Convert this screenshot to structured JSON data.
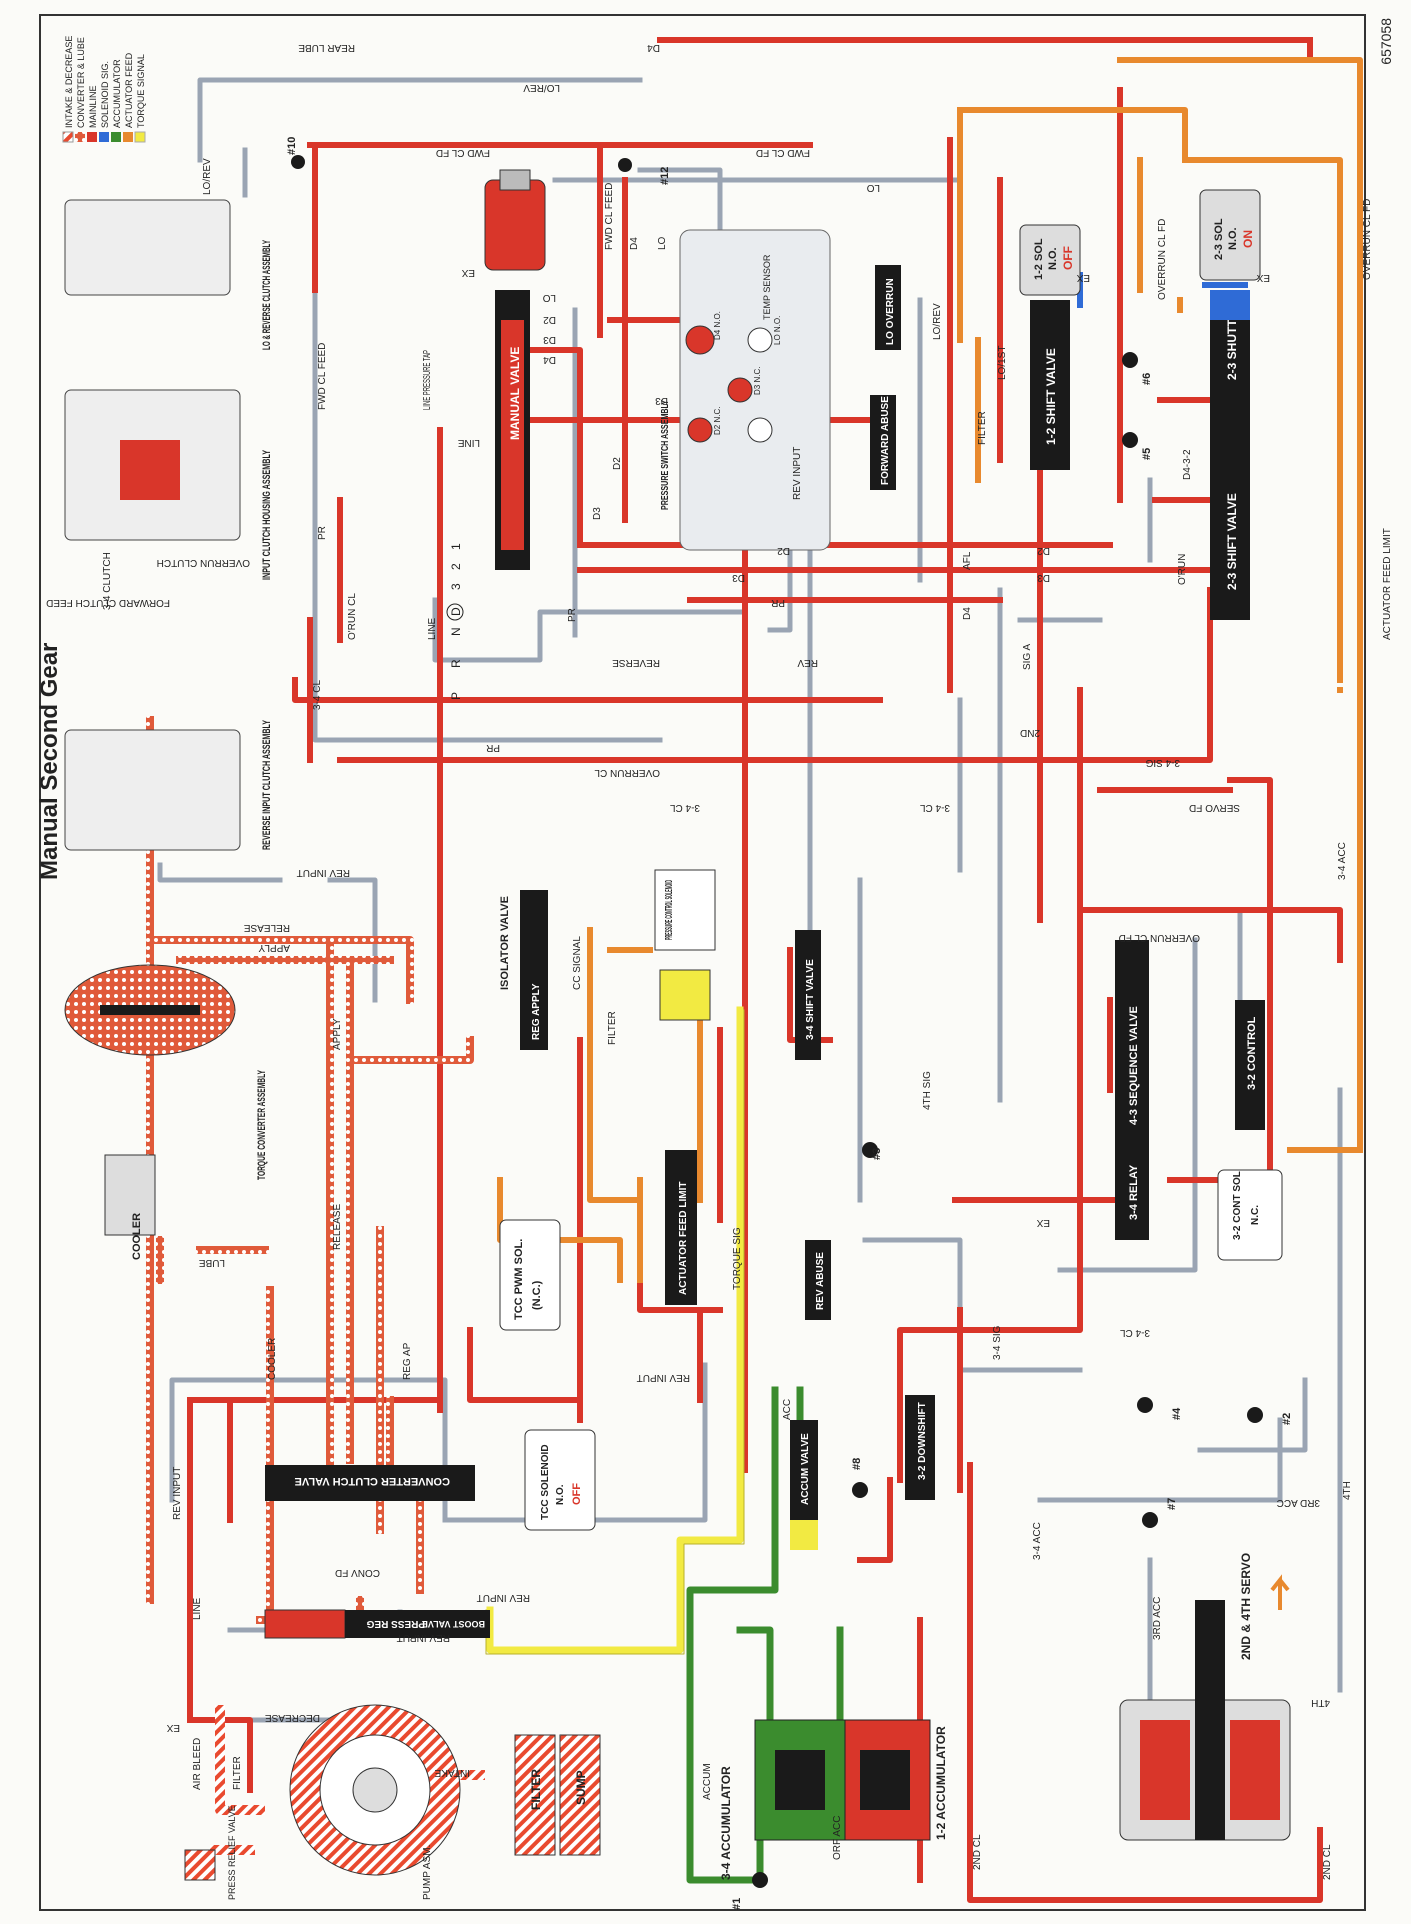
{
  "title": "Manual Second Gear",
  "figure_number": "657058",
  "colors": {
    "intake_decrease": "#e94a2f",
    "converter_lube": "#e05a3a",
    "mainline": "#d9362a",
    "solenoid_signal": "#2f6bd6",
    "accumulator": "#3b8c2e",
    "actuator_feed": "#e8892e",
    "torque_signal": "#f2ea42",
    "exhaust": "#a8b3c2",
    "valve_body": "#1a1a1a"
  },
  "legend": [
    {
      "label": "INTAKE & DECREASE",
      "color_key": "intake_decrease",
      "pattern": "hatch"
    },
    {
      "label": "CONVERTER & LUBE",
      "color_key": "converter_lube",
      "pattern": "dots"
    },
    {
      "label": "MAINLINE",
      "color_key": "mainline",
      "pattern": "solid"
    },
    {
      "label": "SOLENOID SIG.",
      "color_key": "solenoid_signal",
      "pattern": "solid"
    },
    {
      "label": "ACCUMULATOR",
      "color_key": "accumulator",
      "pattern": "solid"
    },
    {
      "label": "ACTUATOR FEED",
      "color_key": "actuator_feed",
      "pattern": "solid"
    },
    {
      "label": "TORQUE SIGNAL",
      "color_key": "torque_signal",
      "pattern": "solid"
    }
  ],
  "assemblies": {
    "lo_reverse": "LO & REVERSE CLUTCH ASSEMBLY",
    "input_clutch": "INPUT CLUTCH HOUSING ASSEMBLY",
    "reverse_input": "REVERSE INPUT CLUTCH ASSEMBLY",
    "torque_converter": "TORQUE CONVERTER ASSEMBLY",
    "cooler": "COOLER",
    "pump": "PUMP ASM.",
    "filter": "FILTER",
    "sump": "SUMP",
    "pressure_switch": "PRESSURE SWITCH ASSEMBLY",
    "servo": "2ND & 4TH SERVO",
    "acc_34": "3-4 ACCUMULATOR",
    "acc_12": "1-2 ACCUMULATOR"
  },
  "valves": {
    "manual": "MANUAL VALVE",
    "isolator": "ISOLATOR VALVE",
    "reg_apply": "REG APPLY",
    "shift_12": "1-2 SHIFT VALVE",
    "shift_23": "2-3 SHIFT VALVE",
    "shuttle_23": "2-3 SHUTTLE",
    "shift_34": "3-4 SHIFT VALVE",
    "sequence_43": "4-3 SEQUENCE VALVE",
    "relay_34": "3-4 RELAY",
    "control_32": "3-2 CONTROL",
    "downshift_32": "3-2 DOWNSHIFT",
    "accum_valve": "ACCUM VALVE",
    "actuator_feed_limit": "ACTUATOR FEED LIMIT",
    "converter_clutch": "CONVERTER CLUTCH VALVE",
    "press_reg": "PRESS REG",
    "boost": "BOOST VALVE",
    "lo_overrun": "LO OVERRUN",
    "forward_abuse": "FORWARD ABUSE",
    "rev_abuse": "REV ABUSE",
    "press_relief": "PRESS RELIEF VALVE"
  },
  "solenoids": {
    "sol_12": {
      "name": "1-2 SOL",
      "type": "N.O.",
      "state": "OFF"
    },
    "sol_23": {
      "name": "2-3 SOL",
      "type": "N.O.",
      "state": "ON"
    },
    "pcs": "PRESSURE CONTROL SOLENOID",
    "tcc_pwm": {
      "name": "TCC PWM SOL.",
      "type": "(N.C.)"
    },
    "tcc": {
      "name": "TCC SOLENOID",
      "type": "N.O.",
      "state": "OFF"
    },
    "cont_32": {
      "name": "3-2 CONT SOL",
      "type": "N.C."
    }
  },
  "selector": [
    "P",
    "R",
    "N",
    "D",
    "3",
    "2",
    "1"
  ],
  "line_labels": {
    "rear_lube": "REAR LUBE",
    "d4": "D4",
    "lo_rev": "LO/REV",
    "fwd_cl_fd": "FWD CL FD",
    "lo": "LO",
    "fwd_cl_feed": "FWD CL FEED",
    "d2": "D2",
    "d3": "D3",
    "pr": "PR",
    "line": "LINE",
    "line_press_tap": "LINE PRESSURE TAP",
    "reverse": "REVERSE",
    "rev": "REV",
    "overrun_cl": "OVERRUN CL",
    "overrun_cl_fd": "OVERRUN CL FD",
    "cl_34": "3-4 CL",
    "sig_34": "3-4 SIG",
    "servo_fd": "SERVO FD",
    "acc_34": "3-4 ACC",
    "second": "2ND",
    "sig_a": "SIG A",
    "afl": "AFL",
    "act_feed_limit": "ACTUATOR FEED LIMIT",
    "rev_input": "REV INPUT",
    "cc_signal": "CC SIGNAL",
    "torque_sig": "TORQUE SIG",
    "apply": "APPLY",
    "release": "RELEASE",
    "cooler": "COOLER",
    "lube": "LUBE",
    "reg_ap": "REG AP",
    "conv_fd": "CONV FD",
    "decrease": "DECREASE",
    "intake": "INTAKE",
    "third_acc": "3RD ACC",
    "fourth": "4TH",
    "fourth_sig": "4TH SIG",
    "second_cl": "2ND CL",
    "accum": "ACCUM",
    "orf_acc": "ORF ACC",
    "acc": "ACC",
    "ex": "EX",
    "filter": "FILTER",
    "temp_sensor": "TEMP SENSOR",
    "d4_no": "D4 N.O.",
    "lo_no": "LO N.O.",
    "d3_nc": "D3 N.C.",
    "d2_nc": "D2 N.C.",
    "overrun_clutch": "OVERRUN CLUTCH",
    "forward_clutch_feed": "FORWARD CLUTCH FEED",
    "clutch_34": "3-4 CLUTCH",
    "oRun_cl": "O'RUN CL",
    "oRun": "O'RUN",
    "lo_1st": "LO/1ST",
    "d4_3_2": "D4-3-2",
    "air_bleed": "AIR BLEED",
    "release_top": "RELEASE"
  },
  "checkballs": [
    "#1",
    "#2",
    "#3",
    "#4",
    "#5",
    "#6",
    "#7",
    "#8",
    "#10",
    "#12"
  ]
}
